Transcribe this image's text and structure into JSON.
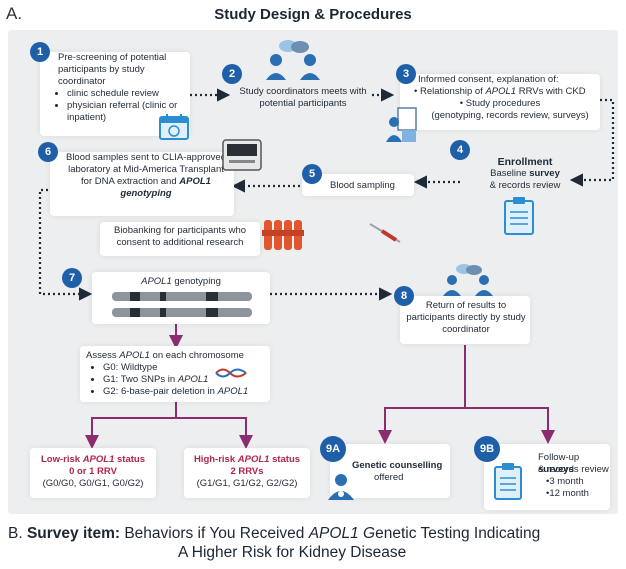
{
  "section_a": "A.",
  "title": "Study Design & Procedures",
  "steps": {
    "s1": {
      "num": "1",
      "text": "Pre-screening of potential participants by study coordinator",
      "bullets": [
        "clinic schedule review",
        "physician referral (clinic or inpatient)"
      ]
    },
    "s2": {
      "num": "2",
      "text": "Study coordinators meets with potential participants"
    },
    "s3": {
      "num": "3",
      "line1": "Informed consent,  explanation of:",
      "line2_pre": "• Relationship of ",
      "line2_em": "APOL1",
      "line2_post": " RRVs with CKD",
      "line3": "• Study procedures",
      "line4": "(genotyping, records review, surveys)"
    },
    "s4": {
      "num": "4",
      "title": "Enrollment",
      "line1_pre": "Baseline ",
      "line1_b": "survey",
      "line2": "& records review"
    },
    "s5": {
      "num": "5",
      "text": "Blood sampling"
    },
    "s6": {
      "num": "6",
      "text_pre": "Blood samples sent to CLIA-approved laboratory at Mid-America Transplant for DNA extraction and ",
      "text_b": "APOL1 genotyping"
    },
    "biobank": "Biobanking for participants who consent to additional research",
    "s7": {
      "num": "7",
      "label_em": "APOL1",
      "label_post": " genotyping"
    },
    "s8": {
      "num": "8",
      "text": "Return of results to participants directly  by study coordinator"
    },
    "assess": {
      "title_pre": "Assess ",
      "title_em": "APOL1",
      "title_post": " on each chromosome",
      "g0": "G0: Wildtype",
      "g1_pre": "G1: Two SNPs in ",
      "g1_em": "APOL1",
      "g2_pre": "G2:  6-base-pair deletion in ",
      "g2_em": "APOL1"
    },
    "low": {
      "l1_pre": "Low-risk ",
      "l1_em": "APOL1",
      "l1_post": " status",
      "l2": "0 or 1 RRV",
      "l3": "(G0/G0, G0/G1, G0/G2)"
    },
    "high": {
      "l1_pre": "High-risk ",
      "l1_em": "APOL1",
      "l1_post": " status",
      "l2": "2 RRVs",
      "l3": "(G1/G1, G1/G2, G2/G2)"
    },
    "s9a": {
      "num": "9A",
      "line1": "Genetic counselling",
      "line2": "offered"
    },
    "s9b": {
      "num": "9B",
      "line1_pre": "Follow-up ",
      "line1_b": "surveys",
      "line2": "& records review",
      "line3": "•3 month",
      "line4": "•12 month"
    }
  },
  "section_b": {
    "label": "B.",
    "bold": "Survey item:",
    "pre": " Behaviors if You Received ",
    "em": "APOL1",
    "em2": " G",
    "post": "enetic Testing Indicating",
    "line2": "A Higher Risk for Kidney Disease"
  },
  "colors": {
    "step_blue": "#1f5fa8",
    "risk_red": "#b0254a",
    "arrow_purple": "#8a2c6e",
    "panel": "#eceeef"
  }
}
